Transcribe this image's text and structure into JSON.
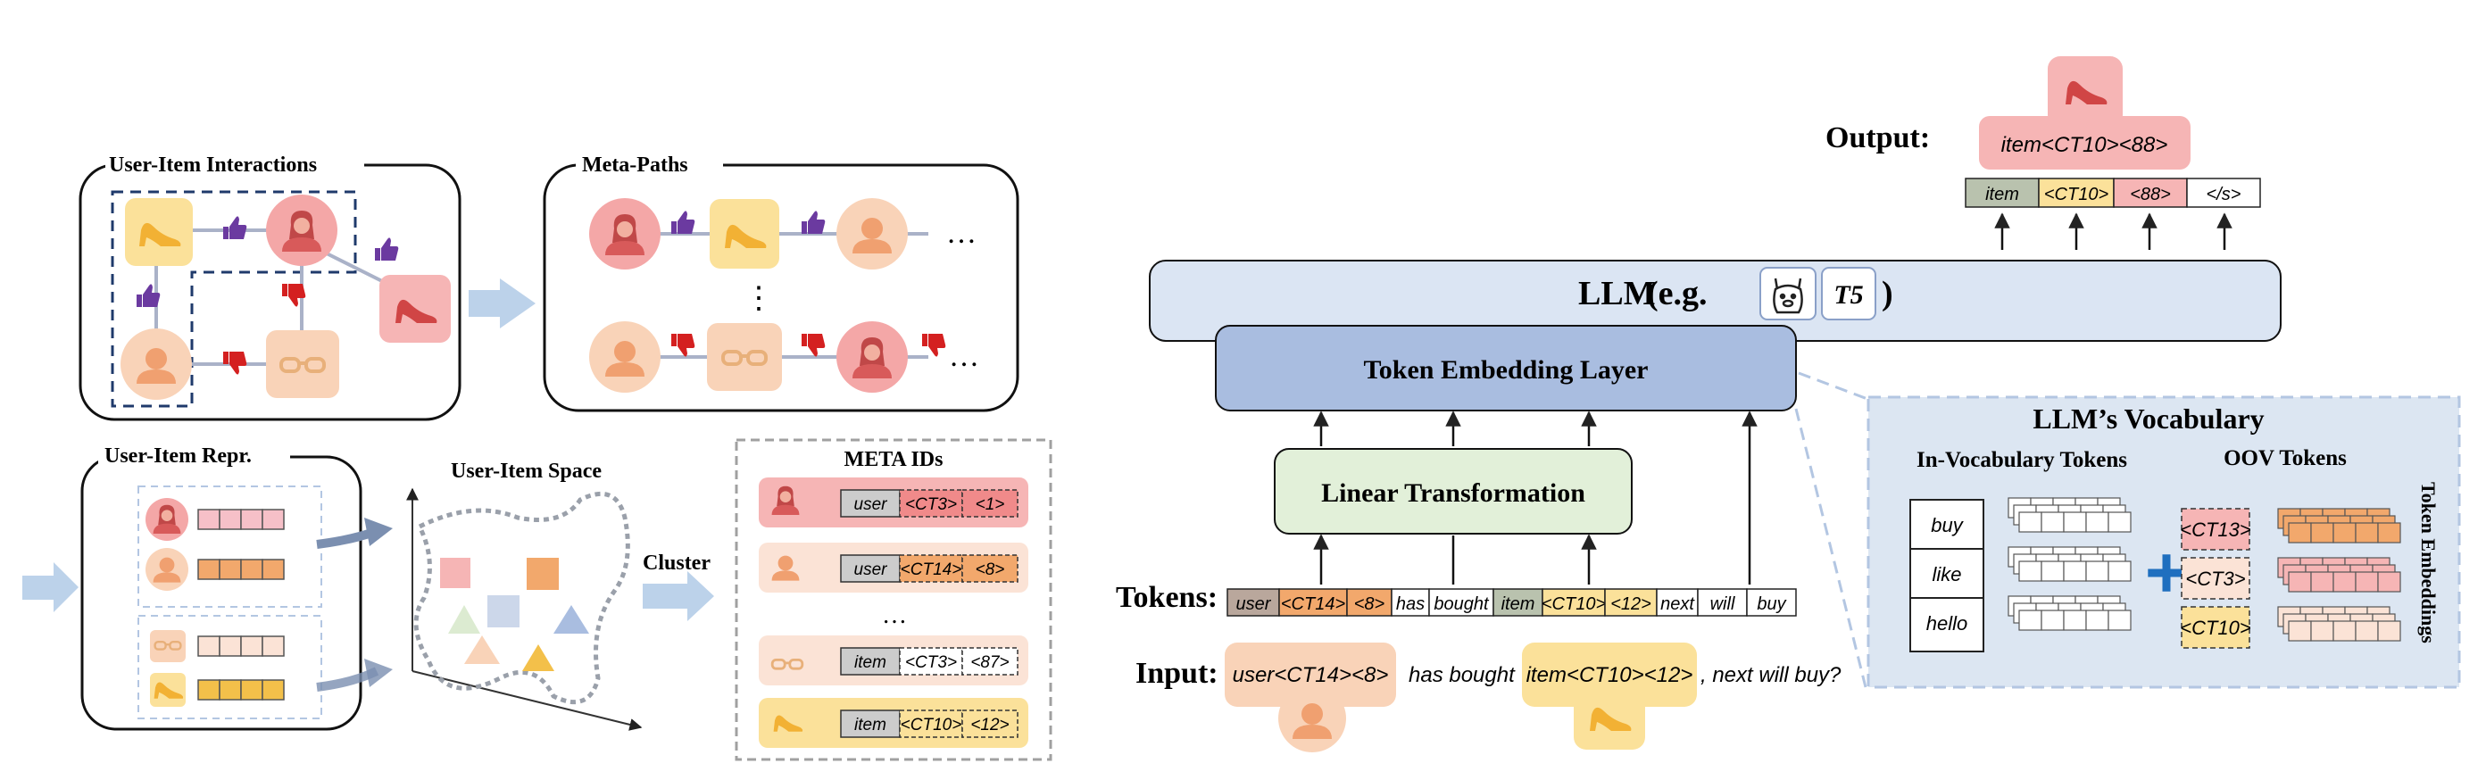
{
  "colors": {
    "user_red": "#f4a7a7",
    "user_peach": "#f9d3b8",
    "item_yellow": "#fbe19a",
    "item_pink": "#f6b5b5",
    "dash_blue": "#1f3a6b",
    "thumb_up": "#6b3aa0",
    "thumb_down": "#d42020",
    "llm_fill": "#dbe5f3",
    "emb_fill": "#a9bde0",
    "linear_fill": "#e2f0d9",
    "vocab_fill": "#dce6f2",
    "arrow_blue": "#bcd2ea"
  },
  "left": {
    "interactions_title": "User-Item Interactions",
    "metapaths_title": "Meta-Paths",
    "repr_title": "User-Item Repr.",
    "space_title": "User-Item Space",
    "cluster_label": "Cluster",
    "meta_ids_title": "META IDs",
    "ellipsis": "…",
    "vdots": "⋮",
    "meta_rows": [
      {
        "type": "user",
        "t1": "<CT3>",
        "t2": "<1>"
      },
      {
        "type": "user",
        "t1": "<CT14>",
        "t2": "<8>"
      },
      {
        "type": "item",
        "t1": "<CT3>",
        "t2": "<87>"
      },
      {
        "type": "item",
        "t1": "<CT10>",
        "t2": "<12>"
      }
    ]
  },
  "right": {
    "output_label": "Output:",
    "output_item": "item<CT10><88>",
    "output_tokens": [
      "item",
      "<CT10>",
      "<88>",
      "</s>"
    ],
    "llm_label": "LLM",
    "llm_eg_open": "(e.g.",
    "llm_eg_close": ")",
    "t5_label": "T5",
    "emb_label": "Token Embedding Layer",
    "linear_label": "Linear Transformation",
    "tokens_label": "Tokens:",
    "tokens": [
      "user",
      "<CT14>",
      "<8>",
      "has",
      "bought",
      "item",
      "<CT10>",
      "<12>",
      "next",
      "will",
      "buy"
    ],
    "input_label": "Input:",
    "input_user": "user<CT14><8>",
    "input_mid": "has bought",
    "input_item": "item<CT10><12>",
    "input_end": ", next will buy?",
    "vocab_title": "LLM’s Vocabulary",
    "in_vocab_title": "In-Vocabulary Tokens",
    "oov_title": "OOV Tokens",
    "token_emb_label": "Token Embeddings",
    "in_vocab_words": [
      "buy",
      "like",
      "hello"
    ],
    "oov_words": [
      "<CT13>",
      "<CT3>",
      "<CT10>"
    ]
  }
}
